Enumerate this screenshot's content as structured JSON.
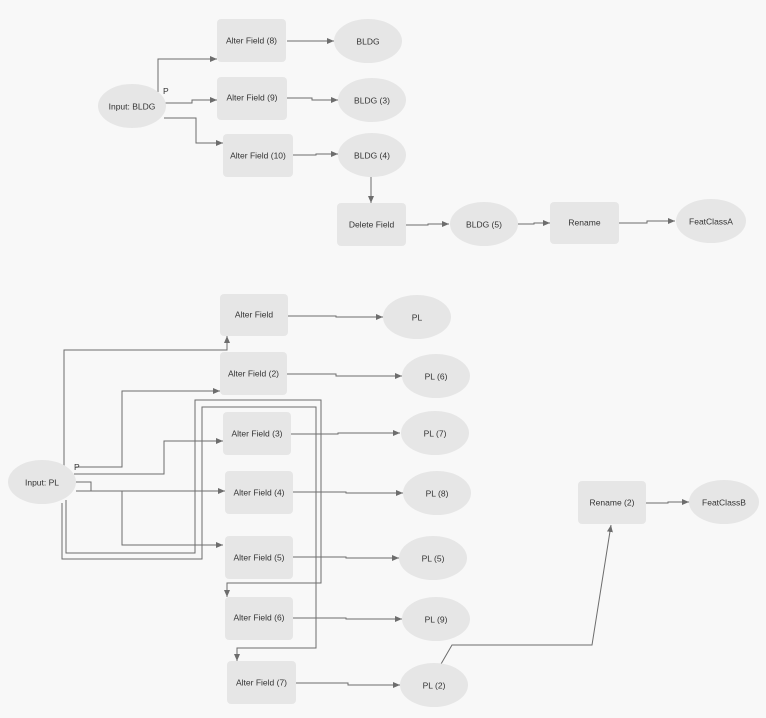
{
  "model_1": {
    "input": "Input: BLDG",
    "port_label": "P",
    "tools": [
      "Alter Field (8)",
      "Alter Field (9)",
      "Alter Field (10)",
      "Delete Field",
      "Rename"
    ],
    "outputs": [
      "BLDG",
      "BLDG (3)",
      "BLDG (4)",
      "BLDG (5)",
      "FeatClassA"
    ]
  },
  "model_2": {
    "input": "Input: PL",
    "port_label": "P",
    "tools": [
      "Alter Field",
      "Alter Field (2)",
      "Alter Field (3)",
      "Alter Field (4)",
      "Alter Field (5)",
      "Alter Field (6)",
      "Alter Field (7)",
      "Rename (2)"
    ],
    "outputs": [
      "PL",
      "PL (6)",
      "PL (7)",
      "PL (8)",
      "PL (5)",
      "PL (9)",
      "PL (2)",
      "FeatClassB"
    ]
  },
  "colors": {
    "background": "#f8f8f8",
    "node_fill": "#e6e6e6",
    "connector": "#6d6d6d",
    "text": "#333333"
  }
}
